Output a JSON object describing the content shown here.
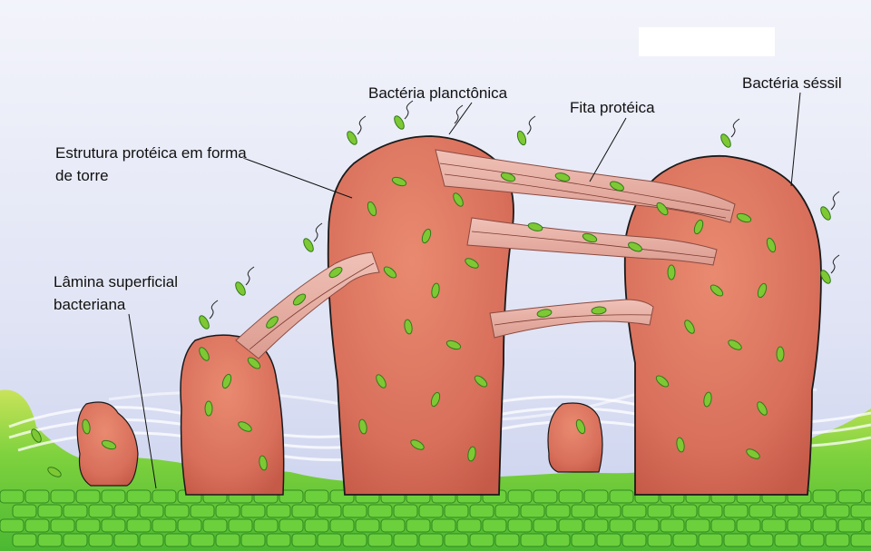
{
  "labels": {
    "planktonic": "Bactéria planctônica",
    "ribbon": "Fita protéica",
    "sessile": "Bactéria séssil",
    "tower": [
      "Estrutura protéica em forma",
      "de torre"
    ],
    "sheet": [
      "Lâmina superficial",
      "bacteriana"
    ]
  },
  "colors": {
    "background": "#e1e4f5",
    "tower": "#d9705a",
    "tower_dark": "#b54a3a",
    "ribbon": "#e6aaa0",
    "bacteria": "#7ec834",
    "substrate": "#5fc73a",
    "substrate_light": "#b6e056",
    "leader_line": "#111111"
  },
  "icons": [
    "rod-bacterium-icon",
    "flagellum-icon"
  ]
}
